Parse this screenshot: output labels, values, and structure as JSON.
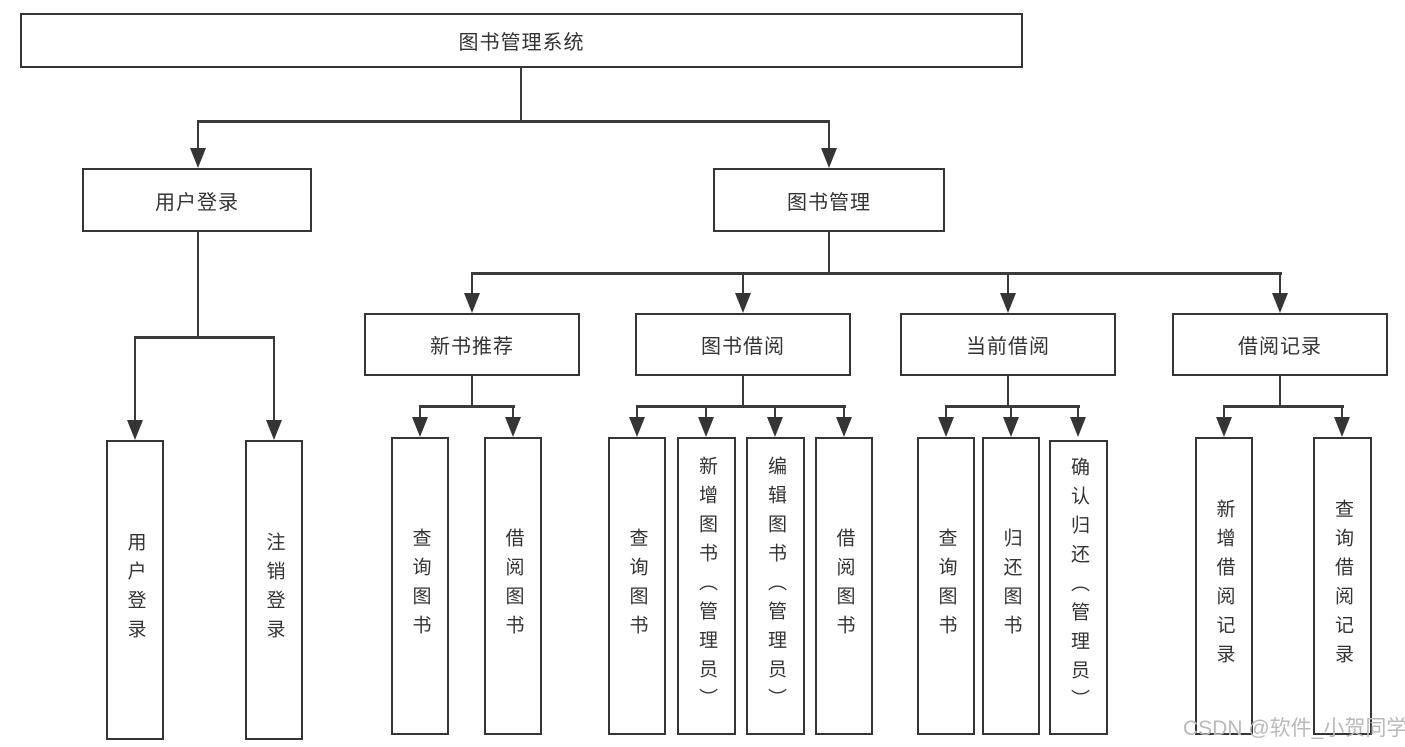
{
  "watermark": "CSDN @软件_小贺同学",
  "nodes": {
    "root": "图书管理系统",
    "user_login": "用户登录",
    "book_management": "图书管理",
    "new_book_recommend": "新书推荐",
    "book_borrowing": "图书借阅",
    "current_borrowing": "当前借阅",
    "borrowing_records": "借阅记录",
    "leaf_user_login": "用户登录",
    "leaf_logout": "注销登录",
    "leaf_nb_query_books": "查询图书",
    "leaf_nb_borrow_books": "借阅图书",
    "leaf_bb_query_books": "查询图书",
    "leaf_bb_add_books": "新增图书（管理员）",
    "leaf_bb_edit_books": "编辑图书（管理员）",
    "leaf_bb_borrow_books": "借阅图书",
    "leaf_cb_query_books": "查询图书",
    "leaf_cb_return_books": "归还图书",
    "leaf_cb_confirm_return": "确认归还（管理员）",
    "leaf_br_add_record": "新增借阅记录",
    "leaf_br_query_record": "查询借阅记录"
  }
}
